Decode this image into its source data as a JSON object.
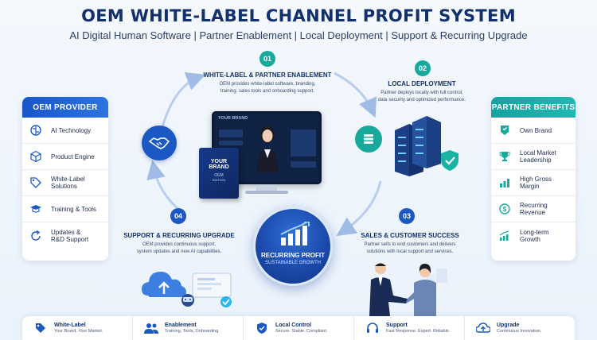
{
  "header": {
    "title": "OEM WHITE-LABEL CHANNEL PROFIT SYSTEM",
    "subtitle": "AI Digital Human Software | Partner Enablement | Local Deployment | Support & Recurring Upgrade"
  },
  "oem_panel": {
    "title": "OEM PROVIDER",
    "items": [
      {
        "label": "AI Technology",
        "icon": "brain-icon"
      },
      {
        "label": "Product Engine",
        "icon": "cube-icon"
      },
      {
        "label": "White-Label\nSolutions",
        "icon": "tag-icon"
      },
      {
        "label": "Training & Tools",
        "icon": "graduation-cap-icon"
      },
      {
        "label": "Updates &\nR&D Support",
        "icon": "refresh-icon"
      }
    ]
  },
  "partner_panel": {
    "title": "PARTNER BENEFITS",
    "items": [
      {
        "label": "Own Brand",
        "icon": "badge-icon"
      },
      {
        "label": "Local Market\nLeadership",
        "icon": "trophy-icon"
      },
      {
        "label": "High Gross Margin",
        "icon": "bar-chart-icon"
      },
      {
        "label": "Recurring Revenue",
        "icon": "dollar-cycle-icon"
      },
      {
        "label": "Long-term Growth",
        "icon": "growth-chart-icon"
      }
    ]
  },
  "steps": {
    "s1": {
      "num": "01",
      "title": "WHITE-LABEL & PARTNER ENABLEMENT",
      "desc": "OEM provides white-label software, branding,\ntraining, sales tools and onboarding support."
    },
    "s2": {
      "num": "02",
      "title": "LOCAL DEPLOYMENT",
      "desc": "Partner deploys locally with full control,\ndata security and optimized performance."
    },
    "s3": {
      "num": "03",
      "title": "SALES & CUSTOMER SUCCESS",
      "desc": "Partner sells to end customers and delivers\nsolutions with local support and services."
    },
    "s4": {
      "num": "04",
      "title": "SUPPORT & RECURRING UPGRADE",
      "desc": "OEM provides continuous support,\nsystem updates and new AI capabilities."
    }
  },
  "center": {
    "title": "RECURRING PROFIT",
    "subtitle": "SUSTAINABLE GROWTH"
  },
  "monitor": {
    "brand": "YOUR BRAND"
  },
  "box": {
    "line1": "YOUR",
    "line2": "BRAND",
    "line3": "OEM",
    "line4": "EDITION"
  },
  "bottom": [
    {
      "title": "White-Label",
      "sub": "Your Brand. Your Market.",
      "icon": "tag-icon"
    },
    {
      "title": "Enablement",
      "sub": "Training, Tools, Onboarding.",
      "icon": "people-icon"
    },
    {
      "title": "Local Control",
      "sub": "Secure. Stable. Compliant.",
      "icon": "shield-check-icon"
    },
    {
      "title": "Support",
      "sub": "Fast Response. Expert. Reliable.",
      "icon": "headset-icon"
    },
    {
      "title": "Upgrade",
      "sub": "Continuous Innovation.",
      "icon": "cloud-upload-icon"
    }
  ],
  "colors": {
    "primary": "#1b58c4",
    "teal": "#19a89c",
    "navy": "#12306b"
  }
}
